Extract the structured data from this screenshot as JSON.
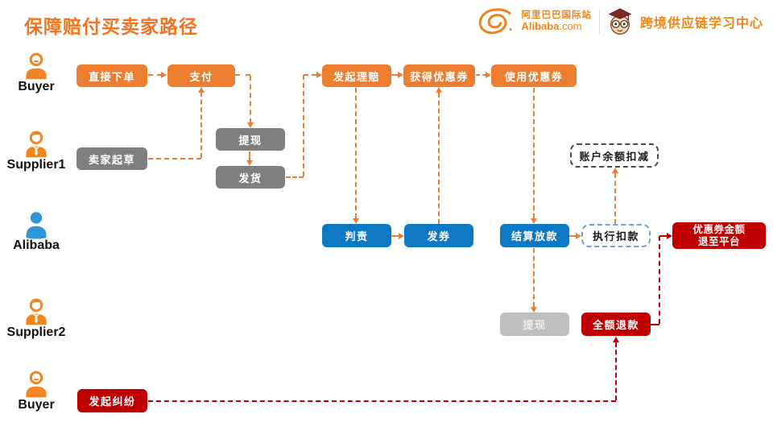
{
  "title": "保障赔付买卖家路径",
  "brand": {
    "logo_cn": "阿里巴巴国际站",
    "logo_en": "Alibaba",
    "logo_en_suffix": ".com",
    "center_name": "跨境供应链学习中心"
  },
  "lanes": [
    {
      "label": "Buyer",
      "icon": "buyer-icon"
    },
    {
      "label": "Supplier1",
      "icon": "supplier-icon"
    },
    {
      "label": "Alibaba",
      "icon": "alibaba-person-icon"
    },
    {
      "label": "Supplier2",
      "icon": "supplier-icon"
    },
    {
      "label": "Buyer",
      "icon": "buyer-icon"
    }
  ],
  "nodes": {
    "place_order": "直接下单",
    "pay": "支付",
    "file_claim": "发起理赔",
    "get_coupon": "获得优惠券",
    "use_coupon": "使用优惠券",
    "seller_draft": "卖家起草",
    "withdraw1": "提现",
    "ship": "发货",
    "judge": "判责",
    "issue_coupon": "发券",
    "settle_release": "结算放款",
    "execute_deduction": "执行扣款",
    "balance_deduction": "账户余额扣减",
    "withdraw2": "提现",
    "full_refund": "全额退款",
    "coupon_return": "优惠券金额\n退至平台",
    "file_dispute": "发起纠纷"
  },
  "edges": [
    {
      "from": "直接下单",
      "to": "支付",
      "color": "orange"
    },
    {
      "from": "卖家起草",
      "to": "支付",
      "color": "orange"
    },
    {
      "from": "支付",
      "to": "提现(Supplier1)",
      "color": "orange"
    },
    {
      "from": "提现(Supplier1)",
      "to": "发货",
      "color": "orange"
    },
    {
      "from": "发货",
      "to": "发起理赔",
      "color": "orange"
    },
    {
      "from": "发起理赔",
      "to": "获得优惠券",
      "color": "orange"
    },
    {
      "from": "获得优惠券",
      "to": "使用优惠券",
      "color": "orange"
    },
    {
      "from": "发起理赔",
      "to": "判责",
      "color": "orange"
    },
    {
      "from": "判责",
      "to": "发券",
      "color": "orange"
    },
    {
      "from": "发券",
      "to": "获得优惠券",
      "color": "orange"
    },
    {
      "from": "使用优惠券",
      "to": "结算放款",
      "color": "orange"
    },
    {
      "from": "结算放款",
      "to": "执行扣款",
      "color": "orange"
    },
    {
      "from": "结算放款",
      "to": "提现(Supplier2)",
      "color": "orange"
    },
    {
      "from": "执行扣款",
      "to": "账户余额扣减",
      "color": "orange"
    },
    {
      "from": "发起纠纷",
      "to": "全额退款",
      "color": "red"
    },
    {
      "from": "全额退款",
      "to": "优惠券金额退至平台",
      "color": "red"
    }
  ],
  "colors": {
    "accent_orange": "#ED7D31",
    "title_orange": "#F4731D",
    "process_blue": "#0E78C4",
    "process_gray": "#7F7F7F",
    "process_light_gray": "#BFBFBF",
    "alert_dark_red": "#C00000",
    "outline_blue_border": "#6FA0DC",
    "outline_dark_border": "#4A4A4A"
  }
}
